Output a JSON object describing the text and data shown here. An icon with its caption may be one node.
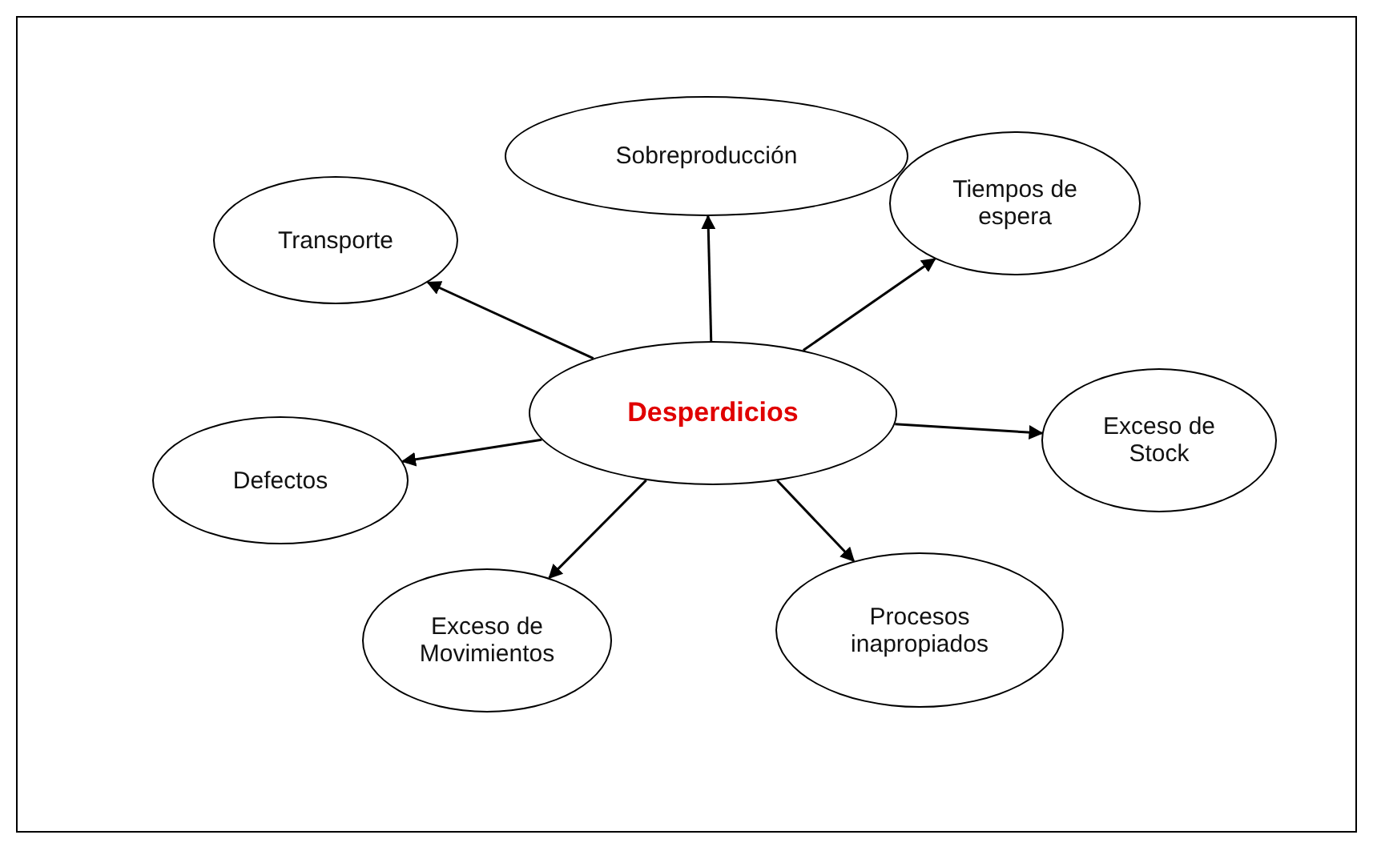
{
  "diagram": {
    "nodes": [
      {
        "text": [
          "Sobreproducción"
        ]
      },
      {
        "text": [
          "Tiempos de espera"
        ]
      },
      {
        "text": [
          "Transporte"
        ]
      },
      {
        "text": [
          "Desperdicios"
        ]
      },
      {
        "text": [
          "Exceso de Stock"
        ]
      },
      {
        "text": [
          "Defectos"
        ]
      },
      {
        "text": [
          "Procesos inapropiados"
        ]
      },
      {
        "text": [
          "Exceso de Movimientos"
        ]
      }
    ],
    "edges": [
      {
        "from": 3,
        "to": 0,
        "arrow": "to"
      },
      {
        "from": 3,
        "to": 1,
        "arrow": "to"
      },
      {
        "from": 3,
        "to": 2,
        "arrow": "to"
      },
      {
        "from": 3,
        "to": 4,
        "arrow": "to"
      },
      {
        "from": 3,
        "to": 5,
        "arrow": "to"
      },
      {
        "from": 3,
        "to": 6,
        "arrow": "to"
      },
      {
        "from": 3,
        "to": 7,
        "arrow": "to"
      }
    ]
  }
}
